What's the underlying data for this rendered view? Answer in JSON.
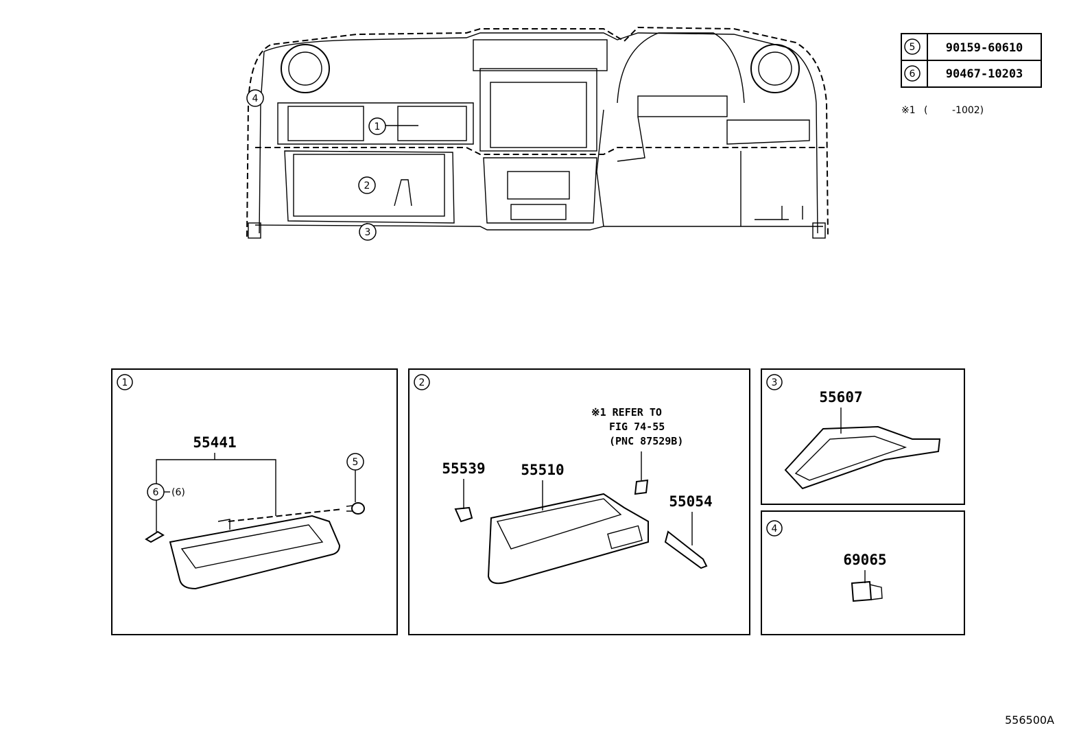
{
  "legend": {
    "rows": [
      {
        "ref": "5",
        "part": "90159-60610"
      },
      {
        "ref": "6",
        "part": "90467-10203"
      }
    ],
    "note_mark": "※1",
    "note_open": "(",
    "note_value": "-1002)"
  },
  "overview": {
    "callouts": [
      "1",
      "2",
      "3",
      "4"
    ]
  },
  "panels": {
    "p1": {
      "ref": "1",
      "part_main": "55441",
      "callout_6": "6",
      "qty_6": "(6)",
      "callout_5": "5"
    },
    "p2": {
      "ref": "2",
      "part_a": "55539",
      "part_b": "55510",
      "part_c": "55054",
      "note_line1": "※1 REFER TO",
      "note_line2": "FIG 74-55",
      "note_line3": "(PNC 87529B)"
    },
    "p3": {
      "ref": "3",
      "part": "55607"
    },
    "p4": {
      "ref": "4",
      "part": "69065"
    }
  },
  "footer": {
    "code": "556500A"
  }
}
